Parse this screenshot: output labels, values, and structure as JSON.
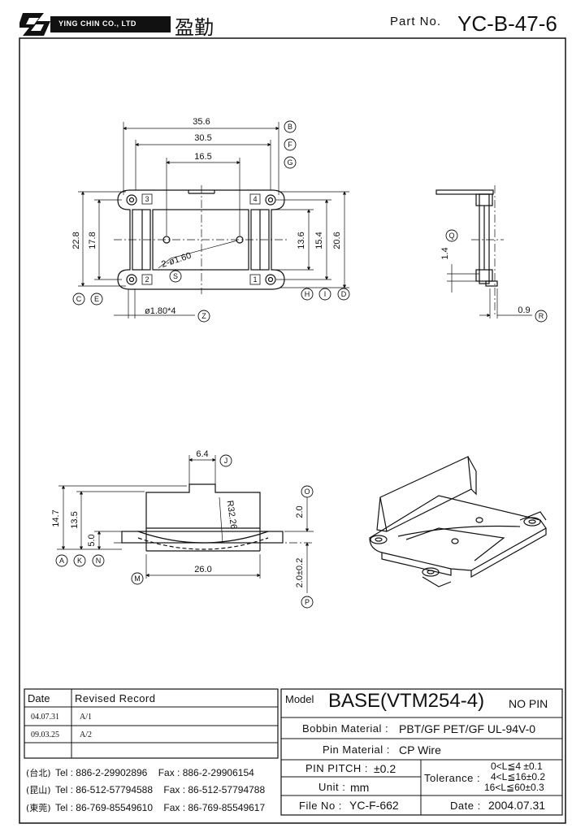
{
  "header": {
    "company_name": "YING CHIN CO., LTD",
    "company_cn": "盈勤",
    "part_no_label": "Part No.",
    "part_no": "YC-B-47-6"
  },
  "dims": {
    "d1": "35.6",
    "d2": "30.5",
    "d3": "16.5",
    "d4": "22.8",
    "d5": "17.8",
    "d6": "13.6",
    "d7": "15.4",
    "d8": "20.6",
    "d9": "2-ø1.60",
    "d10": "ø1.80*4",
    "d11": "1.4",
    "d12": "0.9",
    "d13": "6.4",
    "d14": "14.7",
    "d15": "13.5",
    "d16": "5.0",
    "d17": "R32.26",
    "d18": "2.0",
    "d19": "26.0",
    "d20": "2.0±0.2"
  },
  "callouts": {
    "B": "B",
    "F": "F",
    "G": "G",
    "C": "C",
    "E": "E",
    "S": "S",
    "Z": "Z",
    "H": "H",
    "I": "I",
    "D": "D",
    "Q": "Q",
    "R": "R",
    "J": "J",
    "O": "O",
    "A": "A",
    "K": "K",
    "N": "N",
    "M": "M",
    "P": "P"
  },
  "pins": {
    "p1": "1",
    "p2": "2",
    "p3": "3",
    "p4": "4"
  },
  "revisions": {
    "date_header": "Date",
    "record_header": "Revised Record",
    "rows": [
      {
        "date": "04.07.31",
        "record": "A/1"
      },
      {
        "date": "09.03.25",
        "record": "A/2"
      }
    ]
  },
  "contacts": [
    {
      "city": "(台北)",
      "tel": "Tel : 886-2-29902896",
      "fax": "Fax : 886-2-29906154"
    },
    {
      "city": "(昆山)",
      "tel": "Tel : 86-512-57794588",
      "fax": "Fax : 86-512-57794788"
    },
    {
      "city": "(東莞)",
      "tel": "Tel : 86-769-85549610",
      "fax": "Fax : 86-769-85549617"
    }
  ],
  "spec": {
    "model_label": "Model",
    "model": "BASE(VTM254-4)",
    "model_note": "NO PIN",
    "bobbin_label": "Bobbin  Material :",
    "bobbin": "PBT/GF PET/GF UL-94V-0",
    "pin_label": "Pin  Material :",
    "pin": "CP Wire",
    "pitch_label": "PIN  PITCH :",
    "pitch": "±0.2",
    "unit_label": "Unit :",
    "unit": "mm",
    "tolerance_label": "Tolerance :",
    "tol1": "0<L≦4   ±0.1",
    "tol2": "4<L≦16±0.2",
    "tol3": "16<L≦60±0.3",
    "file_label": "File  No :",
    "file": "YC-F-662",
    "date_label": "Date :",
    "date": "2004.07.31"
  }
}
